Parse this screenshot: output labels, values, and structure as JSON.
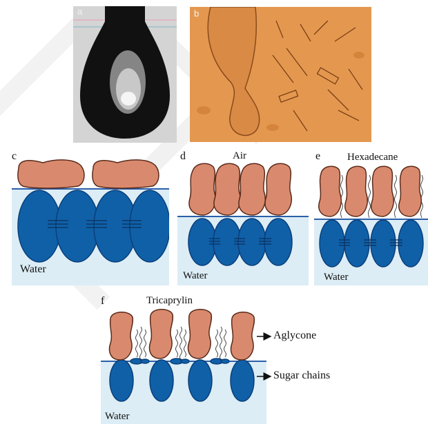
{
  "panels": {
    "a": {
      "letter": "a"
    },
    "b": {
      "letter": "b"
    },
    "c": {
      "letter": "c",
      "phase": "Water"
    },
    "d": {
      "letter": "d",
      "top": "Air",
      "phase": "Water"
    },
    "e": {
      "letter": "e",
      "top": "Hexadecane",
      "phase": "Water"
    },
    "f": {
      "letter": "f",
      "top": "Tricaprylin",
      "phase": "Water"
    }
  },
  "callouts": {
    "aglycone": "Aglycone",
    "sugar": "Sugar chains"
  },
  "colors": {
    "aglycone": "#d98a6e",
    "sugar": "#1060a8",
    "water": "#dbeef6",
    "interface": "#2a5fa8",
    "photo_a_bg": "#d8d8d8",
    "photo_b_bg": "#e2934a"
  }
}
